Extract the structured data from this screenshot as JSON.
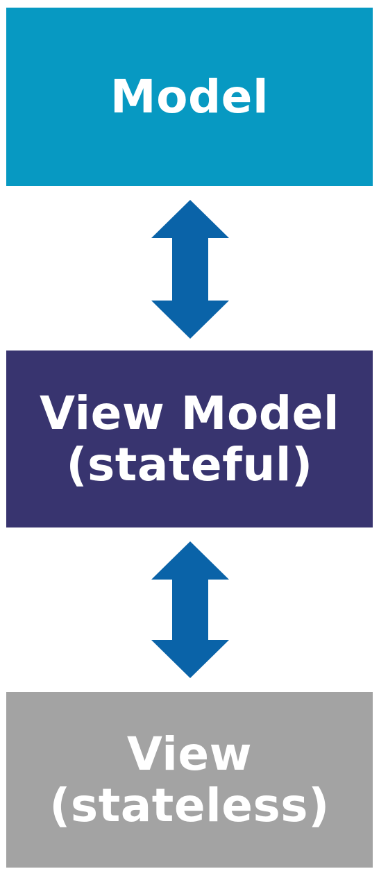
{
  "colors": {
    "model": "#0799c2",
    "view_model": "#38346f",
    "view": "#a3a3a3",
    "arrow": "#0a63a8"
  },
  "boxes": {
    "model": {
      "lines": [
        "Model"
      ]
    },
    "view_model": {
      "lines": [
        "View Model",
        "(stateful)"
      ]
    },
    "view": {
      "lines": [
        "View",
        "(stateless)"
      ]
    }
  },
  "arrows": [
    {
      "from": "model",
      "to": "view_model",
      "direction": "bidirectional",
      "icon": "double-arrow-vertical"
    },
    {
      "from": "view_model",
      "to": "view",
      "direction": "bidirectional",
      "icon": "double-arrow-vertical"
    }
  ]
}
